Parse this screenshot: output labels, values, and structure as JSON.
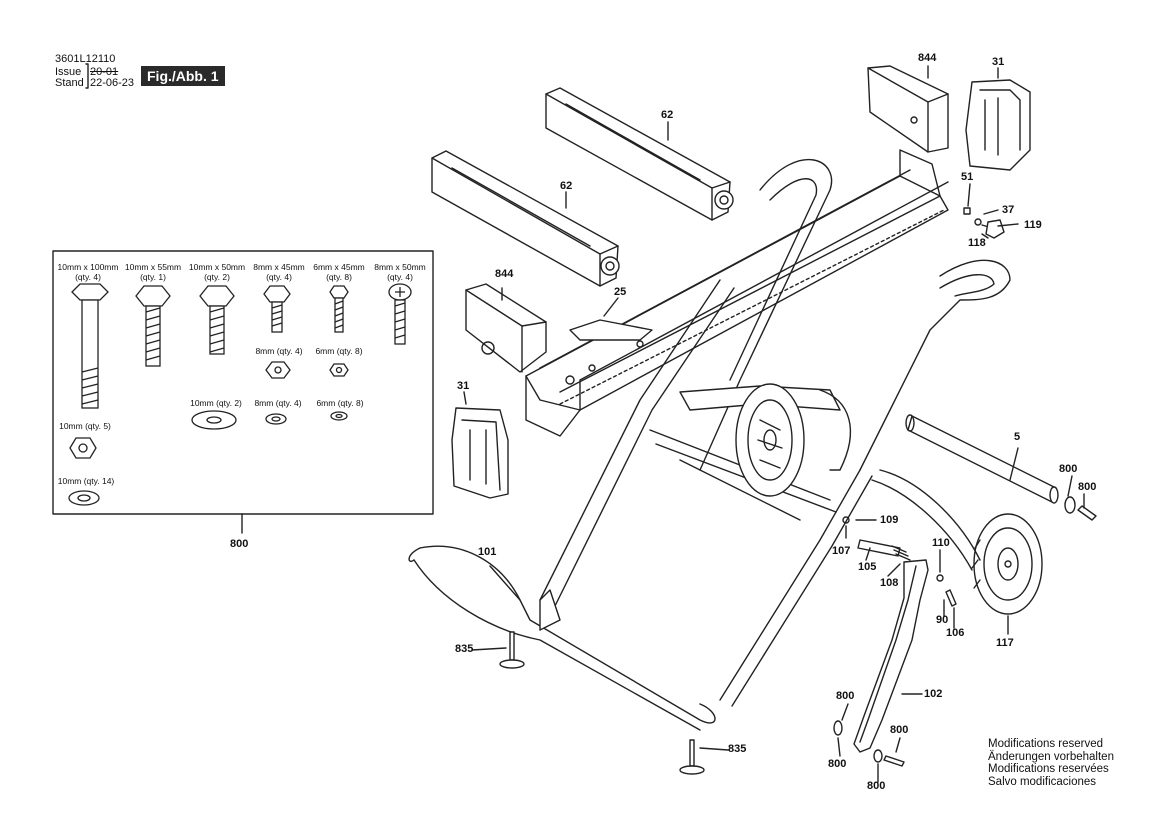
{
  "header": {
    "doc_number": "3601L12110",
    "issue_label": "Issue",
    "stand_label": "Stand",
    "issue_value": "20-01",
    "stand_value": "22-06-23",
    "figure_label": "Fig./Abb. 1"
  },
  "hardware_kit": {
    "part_number": "800",
    "bolts": [
      {
        "size": "10mm x 100mm",
        "qty": "(qty. 4)"
      },
      {
        "size": "10mm x 55mm",
        "qty": "(qty. 1)"
      },
      {
        "size": "10mm x 50mm",
        "qty": "(qty. 2)"
      },
      {
        "size": "8mm x 45mm",
        "qty": "(qty. 4)"
      },
      {
        "size": "6mm x 45mm",
        "qty": "(qty. 8)"
      },
      {
        "size": "8mm x 50mm",
        "qty": "(qty. 4)"
      }
    ],
    "nuts": [
      {
        "label": "8mm (qty. 4)"
      },
      {
        "label": "6mm (qty. 8)"
      },
      {
        "label": "10mm (qty. 5)"
      }
    ],
    "washers": [
      {
        "label": "10mm (qty. 2)"
      },
      {
        "label": "8mm (qty. 4)"
      },
      {
        "label": "6mm (qty. 8)"
      },
      {
        "label": "10mm (qty. 14)"
      }
    ]
  },
  "part_labels": {
    "p844_top": "844",
    "p31_top": "31",
    "p62_top": "62",
    "p62_mid": "62",
    "p51": "51",
    "p37": "37",
    "p119": "119",
    "p118": "118",
    "p844_left": "844",
    "p25": "25",
    "p31_left": "31",
    "p5": "5",
    "p800_a": "800",
    "p800_b": "800",
    "p109": "109",
    "p107": "107",
    "p105": "105",
    "p108": "108",
    "p110": "110",
    "p101": "101",
    "p90": "90",
    "p106": "106",
    "p117": "117",
    "p835_a": "835",
    "p835_b": "835",
    "p102": "102",
    "p800_c": "800",
    "p800_d": "800",
    "p800_e": "800",
    "p800_f": "800"
  },
  "notes": [
    "Modifications reserved",
    "Änderungen vorbehalten",
    "Modifications reservées",
    "Salvo modificaciones"
  ]
}
